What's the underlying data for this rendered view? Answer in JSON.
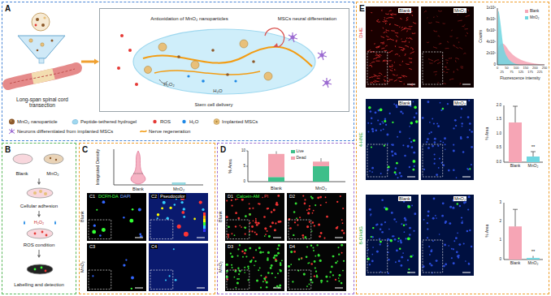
{
  "diagram": {
    "nodes": [
      {
        "text": [
          "A"
        ]
      },
      {
        "text": [
          "Long-span spinal cord transection"
        ],
        "in": 0
      },
      {
        "text": [
          "Antioxidation of MnO₂ nanoparticles",
          "MSCs neural differentiation",
          "Stem cell delivery"
        ],
        "in": 0
      },
      {
        "text": [
          "B"
        ]
      },
      {
        "text": [
          "Blank",
          "MnO₂"
        ],
        "in": 3
      },
      {
        "text": [
          "Cellular adhesion"
        ],
        "in": 3
      },
      {
        "text": [
          "H₂O₂",
          "ROS condition"
        ],
        "in": 3
      },
      {
        "text": [
          "Labelling and detection"
        ],
        "in": 3
      },
      {
        "text": [
          "C"
        ]
      },
      {
        "text": [
          "D"
        ]
      },
      {
        "text": [
          "E"
        ]
      }
    ],
    "edges": [
      {
        "from": 1,
        "to": 2,
        "arrow": "to"
      },
      {
        "from": 4,
        "to": 5,
        "arrow": "to"
      },
      {
        "from": 5,
        "to": 6,
        "arrow": "to"
      },
      {
        "from": 6,
        "to": 7,
        "arrow": "to"
      }
    ],
    "labels": [
      "H₂O₂",
      "H₂O",
      "Integrated Density",
      "Blank",
      "MnO₂",
      "C1",
      "DCFH-DA",
      "DAPI",
      "C2",
      "Pseudocolor",
      "C3",
      "C4",
      "Blank",
      "MnO₂",
      "% Area",
      "10",
      "5",
      "0",
      "Blank",
      "MnO₂",
      "D1",
      "D2",
      "D3",
      "D4",
      "Calcein-AM",
      "PI",
      "Blank",
      "MnO₂",
      "Blank",
      "MnO₂",
      "Blank",
      "MnO₂",
      "Blank",
      "MnO₂",
      "DHE",
      "4-HNE",
      "8-OHdG",
      "Counts",
      "Fluorescence intensity",
      "0",
      "25",
      "50",
      "75",
      "100",
      "125",
      "150",
      "175",
      "200",
      "225",
      "250",
      "0",
      "2x10⁵",
      "4x10⁵",
      "6x10⁵",
      "8x10⁵",
      "1x10⁶",
      "% Area",
      "0.0",
      "0.5",
      "1.0",
      "1.5",
      "2.0",
      "Blank",
      "MnO₂",
      "**",
      "% Area",
      "0",
      "1",
      "2",
      "3",
      "Blank",
      "MnO₂",
      "**"
    ],
    "legend": [
      {
        "text": "MnO₂ nanoparticle"
      },
      {
        "text": "Peptide-tethered hydrogel"
      },
      {
        "text": "ROS"
      },
      {
        "text": "H₂O"
      },
      {
        "text": "Implanted MSCs"
      },
      {
        "text": "Neurons differentiated from implanted MSCs"
      },
      {
        "text": "Nerve regeneration"
      },
      {
        "text": "Live",
        "color": "#3dbf8a"
      },
      {
        "text": "Dead",
        "color": "#f4a3b0"
      },
      {
        "text": "Blank",
        "color": "#f6a5b5"
      },
      {
        "text": "MnO₂",
        "color": "#6fd6e0"
      }
    ]
  }
}
